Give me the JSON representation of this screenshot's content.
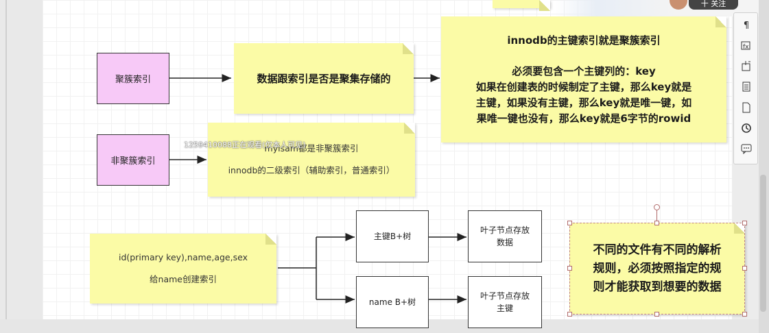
{
  "nodes": {
    "clustered": "聚簇索引",
    "non_clustered": "非聚簇索引",
    "storage_note": "数据跟索引是否是聚集存储的",
    "innodb_note": {
      "title": "innodb的主键索引就是聚簇索引",
      "line1": "必须要包含一个主键列的：key",
      "line2": "如果在创建表的时候制定了主键，那么key就是",
      "line3": "主键，如果没有主键，那么key就是唯一键，如",
      "line4": "果唯一键也没有，那么key就是6字节的rowid"
    },
    "nonclustered_note": {
      "line1": "myisam都是非聚簇索引",
      "line2": "innodb的二级索引（辅助索引，普通索引）"
    },
    "table_note": {
      "line1": "id(primary key),name,age,sex",
      "line2": "给name创建索引"
    },
    "pk_tree": "主键B+树",
    "name_tree": "name B+树",
    "leaf_data": {
      "line1": "叶子节点存放",
      "line2": "数据"
    },
    "leaf_key": {
      "line1": "叶子节点存放",
      "line2": "主键"
    },
    "parse_note": {
      "line1": "不同的文件有不同的解析",
      "line2": "规则，必须按照指定的规",
      "line3": "则才能获取到想要的数据"
    }
  },
  "watermark": "1259410088正在观看(仅本人可见)",
  "top_bar_text": "十 关注",
  "toolbar": [
    "format-icon",
    "function-icon",
    "insert-icon",
    "pages-icon",
    "document-icon",
    "history-icon",
    "comment-icon"
  ],
  "colors": {
    "note": "#fbfba6",
    "pink": "#f7c9f7",
    "selection": "#b06a6a"
  }
}
